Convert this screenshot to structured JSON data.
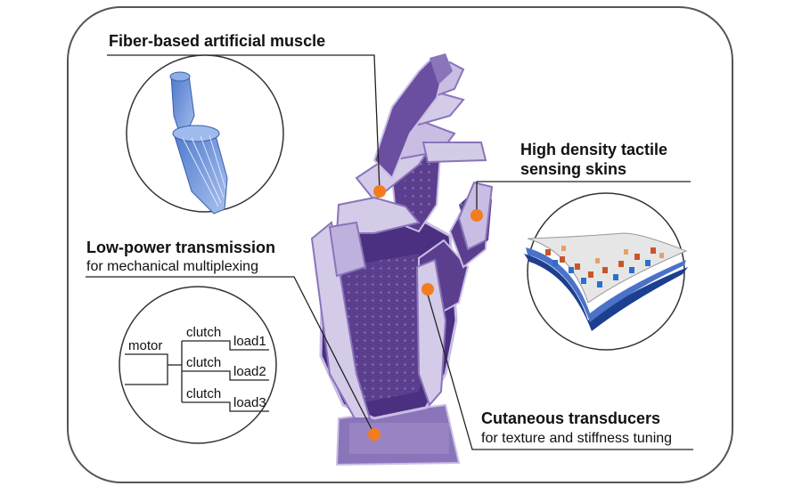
{
  "labels": {
    "muscle": "Fiber-based artificial muscle",
    "tactile_line1": "High density tactile",
    "tactile_line2": "sensing skins",
    "transmission_title": "Low-power transmission",
    "transmission_sub": "for mechanical multiplexing",
    "cutaneous_title": "Cutaneous transducers",
    "cutaneous_sub": "for texture and stiffness tuning"
  },
  "schematic": {
    "motor": "motor",
    "clutches": [
      "clutch",
      "clutch",
      "clutch"
    ],
    "loads": [
      "load1",
      "load2",
      "load3"
    ]
  },
  "colors": {
    "hand_dark": "#5b3f8e",
    "hand_light": "#c9bde3",
    "marker": "#f47c20",
    "fiber": "#6f95d8",
    "frame": "#555555"
  }
}
